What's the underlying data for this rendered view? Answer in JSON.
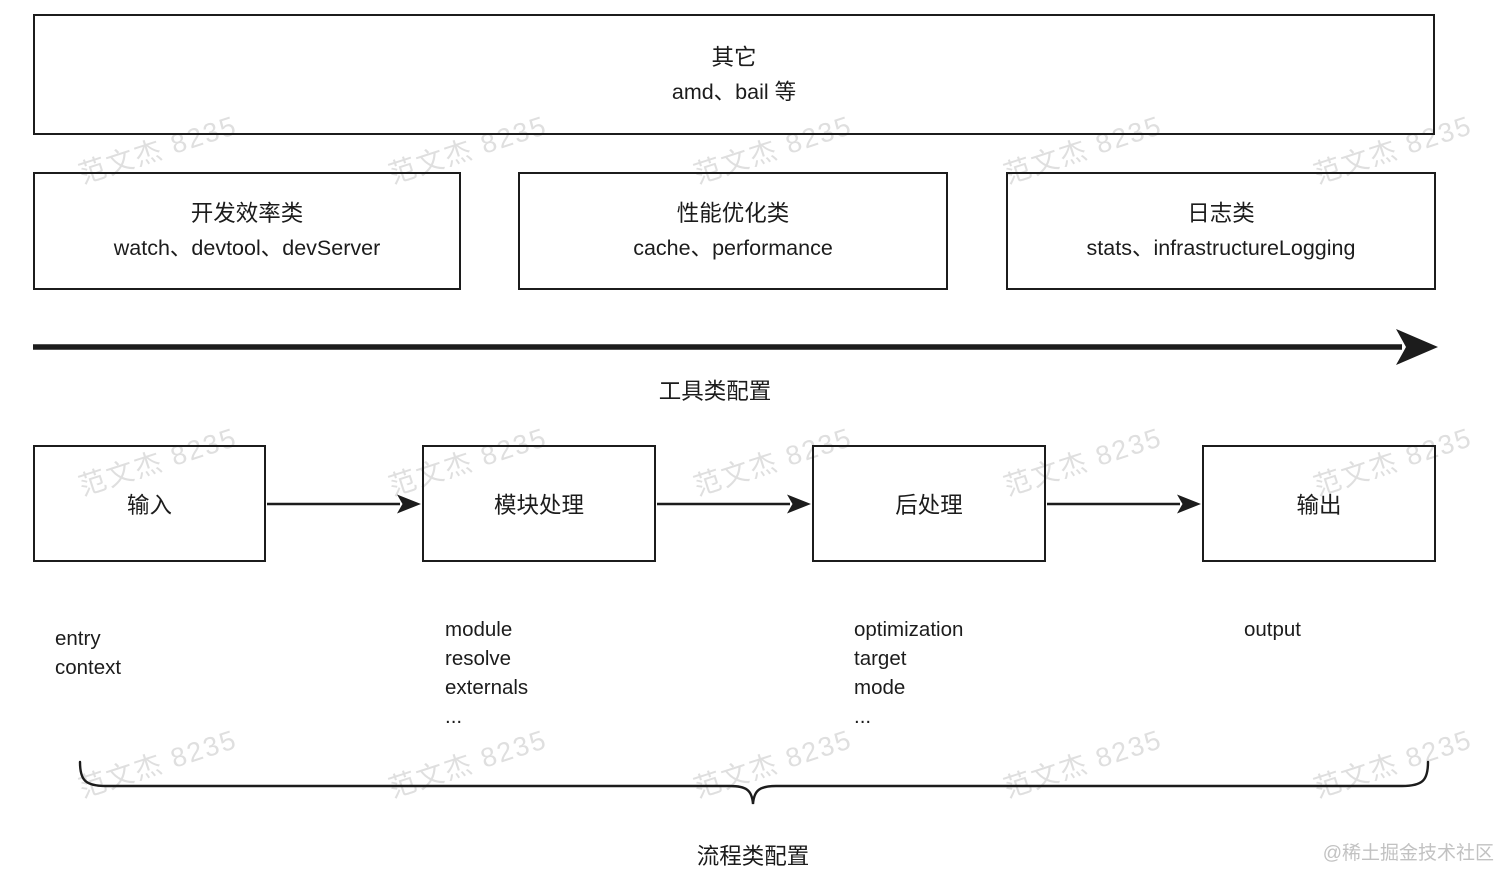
{
  "diagram": {
    "other_box": {
      "title": "其它",
      "items": "amd、bail 等"
    },
    "tool_boxes": [
      {
        "title": "开发效率类",
        "items": "watch、devtool、devServer"
      },
      {
        "title": "性能优化类",
        "items": "cache、performance"
      },
      {
        "title": "日志类",
        "items": "stats、infrastructureLogging"
      }
    ],
    "tool_axis_label": "工具类配置",
    "flow_stages": [
      {
        "label": "输入",
        "options": [
          "entry",
          "context"
        ]
      },
      {
        "label": "模块处理",
        "options": [
          "module",
          "resolve",
          "externals",
          "..."
        ]
      },
      {
        "label": "后处理",
        "options": [
          "optimization",
          "target",
          "mode",
          "..."
        ]
      },
      {
        "label": "输出",
        "options": [
          "output"
        ]
      }
    ],
    "flow_brace_label": "流程类配置"
  },
  "watermark": {
    "text": "范文杰 8235"
  },
  "credit": "@稀土掘金技术社区",
  "colors": {
    "ink": "#1c1c1c",
    "watermark": "#dfdfdf",
    "credit": "#c2c2c2",
    "background": "#ffffff"
  }
}
